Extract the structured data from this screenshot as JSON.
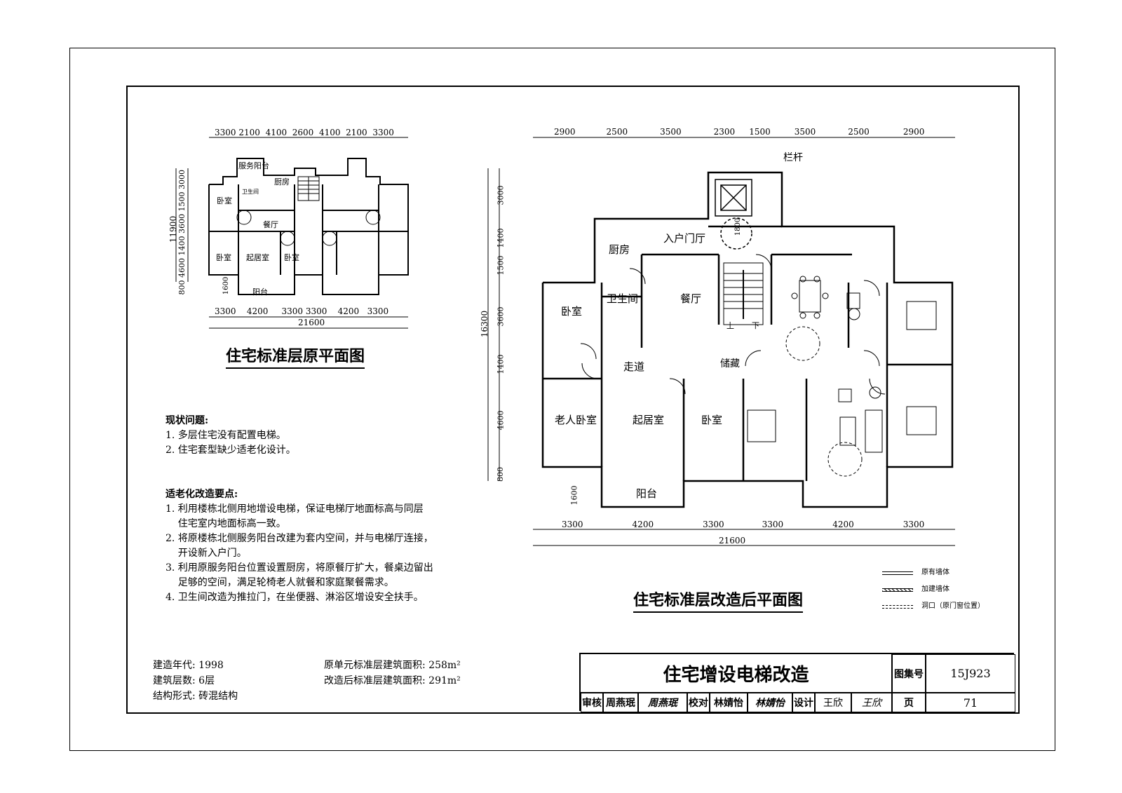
{
  "original_plan": {
    "title": "住宅标准层原平面图",
    "dims_top": [
      "3300",
      "2100",
      "4100",
      "2600",
      "4100",
      "2100",
      "3300"
    ],
    "dims_bottom": [
      "3300",
      "4200",
      "3300",
      "3300",
      "4200",
      "3300"
    ],
    "total_width": "21600",
    "dims_left": [
      "800",
      "4600",
      "1400",
      "3600",
      "1500",
      "3000"
    ],
    "total_height": "11900",
    "dim_1600": "1600",
    "rooms": [
      "服务阳台",
      "厨房",
      "卫生间",
      "餐厅",
      "卧室",
      "卧室",
      "起居室",
      "卧室",
      "阳台"
    ]
  },
  "new_plan": {
    "title": "住宅标准层改造后平面图",
    "dims_top": [
      "2900",
      "2500",
      "3500",
      "2300",
      "1500",
      "3500",
      "2500",
      "2900"
    ],
    "dims_bottom": [
      "3300",
      "4200",
      "3300",
      "3300",
      "4200",
      "3300"
    ],
    "total_width": "21600",
    "dims_left": [
      "3000",
      "1400",
      "1500",
      "3600",
      "1400",
      "4600",
      "800"
    ],
    "total_height": "16300",
    "dim_1600": "1600",
    "dim_1800": "1800",
    "railing": "栏杆",
    "rooms": [
      "厨房",
      "入户门厅",
      "卫生间",
      "卧室",
      "餐厅",
      "走道",
      "储藏",
      "老人卧室",
      "起居室",
      "卧室",
      "阳台"
    ],
    "stair_up": "上",
    "stair_down": "下"
  },
  "notes": {
    "problems_title": "现状问题:",
    "problems": [
      "1. 多层住宅没有配置电梯。",
      "2. 住宅套型缺少适老化设计。"
    ],
    "points_title": "适老化改造要点:",
    "points": [
      "1. 利用楼栋北侧用地增设电梯，保证电梯厅地面标高与同层",
      "    住宅室内地面标高一致。",
      "2. 将原楼栋北侧服务阳台改建为套内空间，并与电梯厅连接，",
      "    开设新入户门。",
      "3. 利用原服务阳台位置设置厨房，将原餐厅扩大，餐桌边留出",
      "    足够的空间，满足轮椅老人就餐和家庭聚餐需求。",
      "4. 卫生间改造为推拉门，在坐便器、淋浴区增设安全扶手。"
    ]
  },
  "info": {
    "year": "建造年代: 1998",
    "floors": "建筑层数: 6层",
    "structure": "结构形式: 砖混结构",
    "area_orig": "原单元标准层建筑面积: 258m²",
    "area_new": "改造后标准层建筑面积: 291m²"
  },
  "legend": [
    "原有墙体",
    "加建墙体",
    "洞口（原门窗位置）"
  ],
  "title_block": {
    "title": "住宅增设电梯改造",
    "atlas_label": "图集号",
    "atlas_no": "15J923",
    "review_label": "审核",
    "reviewer": "周燕珉",
    "check_label": "校对",
    "checker": "林婧怡",
    "design_label": "设计",
    "designer": "王欣",
    "page_label": "页",
    "page_no": "71",
    "sig1": "周燕珉",
    "sig2": "林婧怡",
    "sig3": "王欣"
  }
}
